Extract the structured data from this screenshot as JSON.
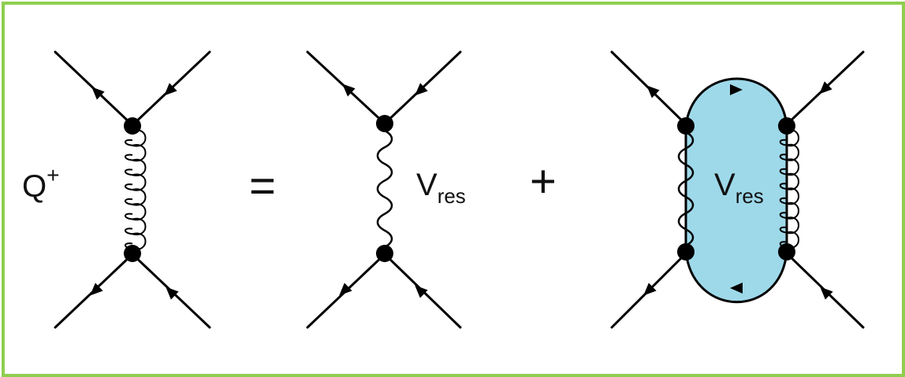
{
  "diagram": {
    "lhs_label": "Q",
    "lhs_label_sup": "+",
    "equals": "=",
    "plus": "+",
    "v_label_main": "V",
    "v_label_sub": "res",
    "colors": {
      "border": "#8fcf4f",
      "bubble_fill": "#9ed9ea",
      "ink": "#000000"
    }
  }
}
